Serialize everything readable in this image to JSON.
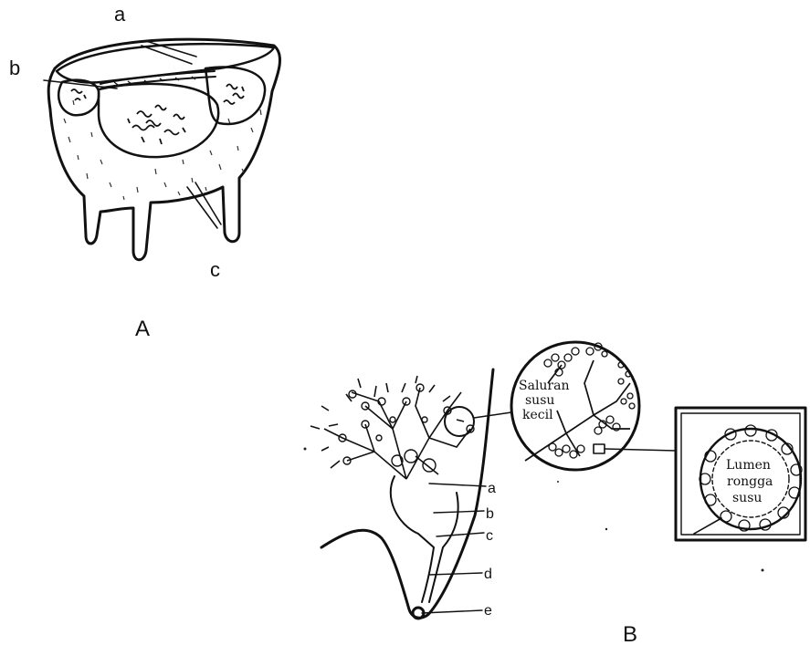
{
  "figure_a": {
    "caption": "A",
    "labels": {
      "a": "a",
      "b": "b",
      "c": "c"
    }
  },
  "figure_b": {
    "caption": "B",
    "labels": {
      "a": "a",
      "b": "b",
      "c": "c",
      "d": "d",
      "e": "e"
    },
    "zoom_1": {
      "line1": "Saluran",
      "line2": "susu",
      "line3": "kecil"
    },
    "zoom_2": {
      "line1": "Lumen",
      "line2": "rongga",
      "line3": "susu"
    }
  },
  "colors": {
    "ink": "#111111",
    "paper": "#ffffff"
  }
}
